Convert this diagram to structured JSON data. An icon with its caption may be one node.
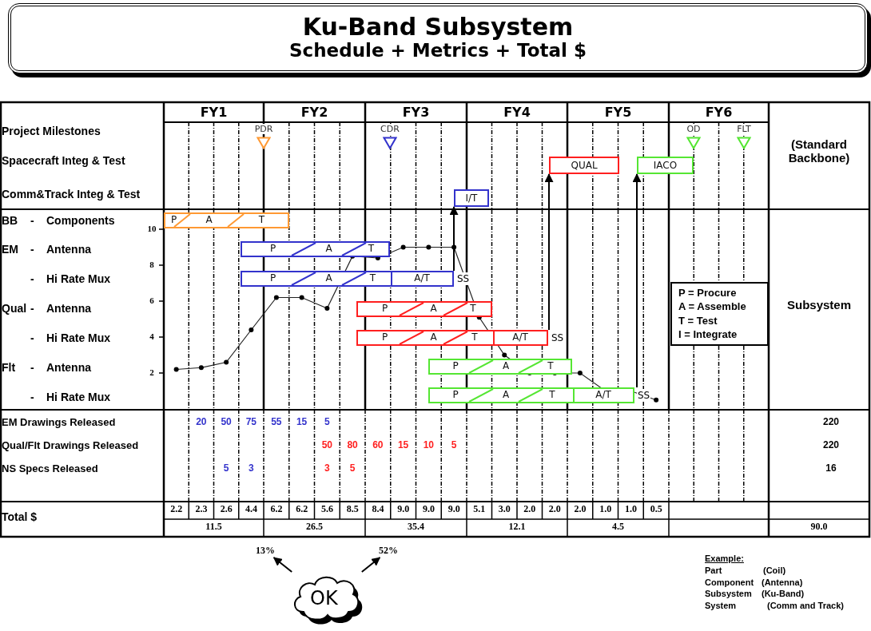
{
  "diagram": {
    "title": "Ku-Band Subsystem",
    "nodes": [
      {
        "text": [
          "PDR"
        ]
      },
      {
        "text": [
          "CDR"
        ]
      },
      {
        "text": [
          "OD"
        ]
      },
      {
        "text": [
          "FLT"
        ]
      },
      {
        "text": [
          "QUAL"
        ]
      },
      {
        "text": [
          "IACO"
        ]
      },
      {
        "text": [
          "I/T"
        ]
      },
      {
        "text": [
          "P",
          "A",
          "T"
        ]
      },
      {
        "text": [
          "P",
          "A",
          "T"
        ]
      },
      {
        "text": [
          "P",
          "A",
          "T",
          "A/T"
        ],
        "beside": [
          "SS"
        ]
      },
      {
        "text": [
          "P",
          "A",
          "T"
        ]
      },
      {
        "text": [
          "P",
          "A",
          "T",
          "A/T"
        ],
        "beside": [
          "SS"
        ]
      },
      {
        "text": [
          "P",
          "A",
          "T"
        ]
      },
      {
        "text": [
          "P",
          "A",
          "T",
          "A/T"
        ],
        "beside": [
          "SS"
        ]
      },
      {
        "text": [
          "P = Procure",
          "A = Assemble",
          "T = Test",
          "I = Integrate"
        ]
      },
      {
        "text": [
          "OK"
        ]
      },
      {
        "text": [
          "13%"
        ]
      },
      {
        "text": [
          "52%"
        ]
      }
    ],
    "edges": [
      {
        "from": 9,
        "to": 6,
        "arrow": "to"
      },
      {
        "from": 11,
        "to": 4,
        "arrow": "to"
      },
      {
        "from": 13,
        "to": 5,
        "arrow": "to"
      },
      {
        "from": 15,
        "to": 16,
        "arrow": "to"
      },
      {
        "from": 15,
        "to": 17,
        "arrow": "to"
      }
    ],
    "labels": [
      "Schedule + Metrics + Total $",
      "FY1",
      "FY2",
      "FY3",
      "FY4",
      "FY5",
      "FY6",
      "Project Milestones",
      "Spacecraft Integ & Test",
      "Comm&Track Integ & Test",
      "(Standard Backbone)",
      "BB",
      "-",
      "Components",
      "EM",
      "-",
      "Antenna",
      "-",
      "Hi Rate Mux",
      "Qual",
      "-",
      "Antenna",
      "Subsystem",
      "-",
      "Hi Rate Mux",
      "Flt",
      "-",
      "Antenna",
      "-",
      "Hi Rate Mux",
      "EM Drawings Released",
      "20",
      "50",
      "75",
      "55",
      "15",
      "5",
      "220",
      "Qual/Flt Drawings Released",
      "50",
      "80",
      "60",
      "15",
      "10",
      "5",
      "220",
      "NS Specs Released",
      "5",
      "3",
      "3",
      "5",
      "16",
      "Total $",
      "2.2",
      "2.3",
      "2.6",
      "4.4",
      "6.2",
      "6.2",
      "5.6",
      "8.5",
      "8.4",
      "9.0",
      "9.0",
      "9.0",
      "5.1",
      "3.0",
      "2.0",
      "2.0",
      "2.0",
      "1.0",
      "1.0",
      "0.5",
      "11.5",
      "26.5",
      "35.4",
      "12.1",
      "4.5",
      "90.0",
      "Example:",
      "Part",
      "(Coil)",
      "Component",
      "(Antenna)",
      "Subsystem",
      "(Ku-Band)",
      "System",
      "(Comm and Track)",
      "10",
      "8",
      "6",
      "4",
      "2"
    ]
  }
}
